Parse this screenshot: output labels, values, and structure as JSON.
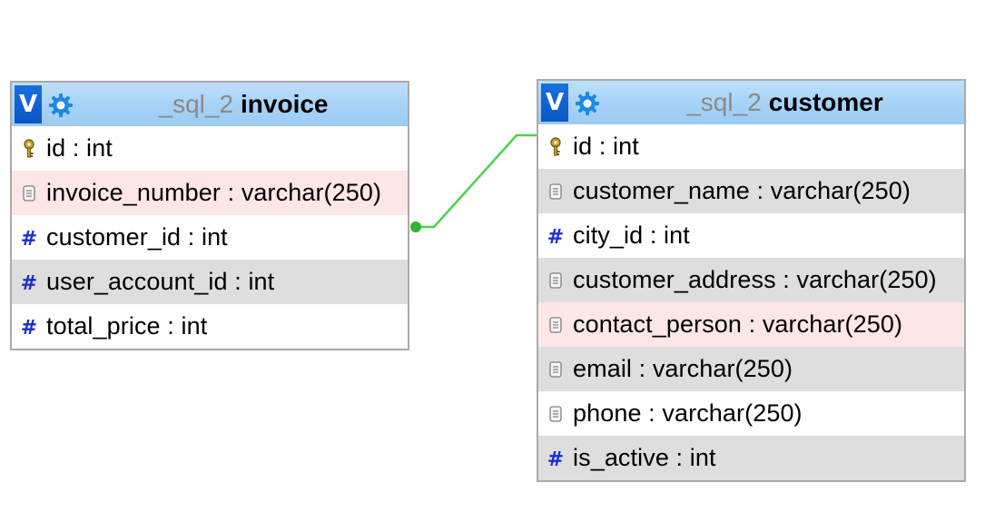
{
  "colors": {
    "header_gradient": "#a6d2f6",
    "v_button": "#0a56c2",
    "gear": "#1e88e5",
    "relation_line": "#4cd14c",
    "row_gray": "#dedede",
    "row_pink": "#fde6e6",
    "hash_icon": "#1a2fd0"
  },
  "invoice": {
    "v_label": "V",
    "db_name": "_sql_2",
    "table_name": "invoice",
    "columns": [
      {
        "text": "id : int",
        "icon": "key-icon",
        "bg": "white"
      },
      {
        "text": "invoice_number : varchar(250)",
        "icon": "text-field-icon",
        "bg": "pink"
      },
      {
        "text": "customer_id : int",
        "icon": "hash-icon",
        "bg": "white"
      },
      {
        "text": "user_account_id : int",
        "icon": "hash-icon",
        "bg": "gray"
      },
      {
        "text": "total_price : int",
        "icon": "hash-icon",
        "bg": "white"
      }
    ]
  },
  "customer": {
    "v_label": "V",
    "db_name": "_sql_2",
    "table_name": "customer",
    "columns": [
      {
        "text": "id : int",
        "icon": "key-icon",
        "bg": "white"
      },
      {
        "text": "customer_name : varchar(250)",
        "icon": "text-field-icon",
        "bg": "gray"
      },
      {
        "text": "city_id : int",
        "icon": "hash-icon",
        "bg": "white"
      },
      {
        "text": "customer_address : varchar(250)",
        "icon": "text-field-icon",
        "bg": "gray"
      },
      {
        "text": "contact_person : varchar(250)",
        "icon": "text-field-icon",
        "bg": "pink"
      },
      {
        "text": "email : varchar(250)",
        "icon": "text-field-icon",
        "bg": "gray"
      },
      {
        "text": "phone : varchar(250)",
        "icon": "text-field-icon",
        "bg": "white"
      },
      {
        "text": "is_active : int",
        "icon": "hash-icon",
        "bg": "gray"
      }
    ]
  }
}
